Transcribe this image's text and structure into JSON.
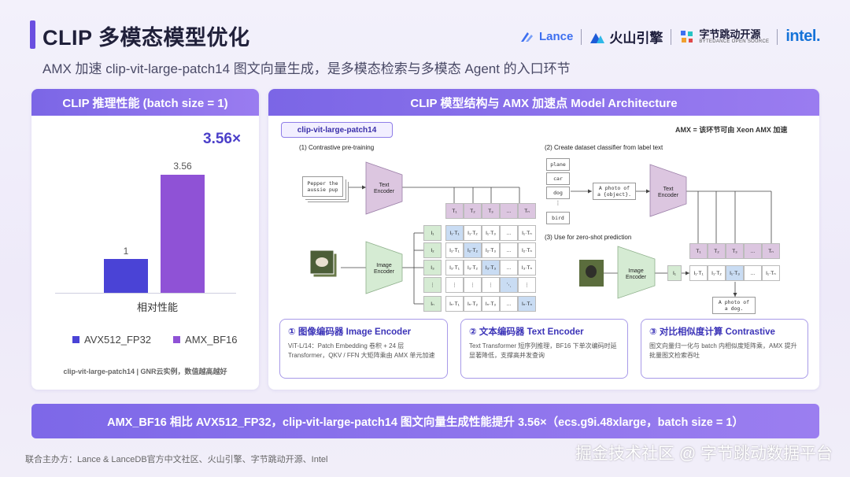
{
  "header": {
    "title": "CLIP 多模态模型优化",
    "subtitle": "AMX 加速 clip-vit-large-patch14 图文向量生成，是多模态检索与多模态 Agent 的入口环节",
    "logos": {
      "lance": "Lance",
      "volcano": "火山引擎",
      "bytedance": "字节跳动开源",
      "bytedance_sub": "BYTEDANCE OPEN SOURCE",
      "intel": "intel."
    }
  },
  "left_panel": {
    "title": "CLIP 推理性能 (batch size = 1)",
    "speedup": "3.56×",
    "note": "clip-vit-large-patch14 | GNR云实例，数值越高越好"
  },
  "chart_data": {
    "type": "bar",
    "categories": [
      "相对性能"
    ],
    "series": [
      {
        "name": "AVX512_FP32",
        "values": [
          1
        ],
        "label": "1",
        "color": "#4a43d6"
      },
      {
        "name": "AMX_BF16",
        "values": [
          3.56
        ],
        "label": "3.56",
        "color": "#8f52d6"
      }
    ],
    "ylim": [
      0,
      3.56
    ]
  },
  "right_panel": {
    "title": "CLIP 模型结构与 AMX 加速点 Model Architecture",
    "model_badge": "clip-vit-large-patch14",
    "amx_note": "AMX = 该环节可由 Xeon AMX 加速",
    "diagram": {
      "step1": "(1) Contrastive pre-training",
      "step2": "(2) Create dataset classifier from label text",
      "step3": "(3) Use for zero-shot prediction",
      "text_encoder": "Text\nEncoder",
      "image_encoder": "Image\nEncoder",
      "pepper_text": "Pepper the\naussie pup",
      "labels": [
        "plane",
        "car",
        "dog",
        "bird"
      ],
      "label_ellipsis": "⋮",
      "template": "A photo of\na {object}.",
      "result": "A photo of\na dog.",
      "t_row": [
        "T₁",
        "T₂",
        "T₃",
        "...",
        "Tₙ"
      ],
      "i_col": [
        "I₁",
        "I₂",
        "I₃",
        "⋮",
        "Iₙ"
      ],
      "matrix": [
        [
          "I₁·T₁",
          "I₁·T₂",
          "I₁·T₃",
          "...",
          "I₁·Tₙ"
        ],
        [
          "I₂·T₁",
          "I₂·T₂",
          "I₂·T₃",
          "...",
          "I₂·Tₙ"
        ],
        [
          "I₃·T₁",
          "I₃·T₂",
          "I₃·T₃",
          "...",
          "I₃·Tₙ"
        ],
        [
          "⋮",
          "⋮",
          "⋮",
          "⋱",
          "⋮"
        ],
        [
          "Iₙ·T₁",
          "Iₙ·T₂",
          "Iₙ·T₃",
          "...",
          "Iₙ·Tₙ"
        ]
      ],
      "zs_i": "I₁",
      "zs_row": [
        "I₁·T₁",
        "I₁·T₂",
        "I₁·T₃",
        "...",
        "I₁·Tₙ"
      ]
    },
    "cards": [
      {
        "title": "① 图像编码器 Image Encoder",
        "body": "ViT-L/14：Patch Embedding 卷积 + 24 层 Transformer，QKV / FFN 大矩阵乘由 AMX 单元加速"
      },
      {
        "title": "② 文本编码器 Text Encoder",
        "body": "Text Transformer 短序列推理，BF16 下单次编码时延显著降低，支撑高并发查询"
      },
      {
        "title": "③ 对比相似度计算 Contrastive",
        "body": "图文向量归一化与 batch 内相似度矩阵乘，AMX 提升批量图文检索吞吐"
      }
    ]
  },
  "bottom_banner": "AMX_BF16 相比 AVX512_FP32，clip-vit-large-patch14 图文向量生成性能提升 3.56×（ecs.g9i.48xlarge，batch size = 1）",
  "footer": {
    "hosts": "联合主办方：Lance & LanceDB官方中文社区、火山引擎、字节跳动开源、Intel",
    "watermark": "掘金技术社区 @ 字节跳动数据平台"
  },
  "colors": {
    "accent": "#6a4ee0",
    "fp32": "#4a43d6",
    "bf16": "#8f52d6",
    "text_encoder": "#dcc6e0",
    "image_encoder": "#d5ebd3",
    "diag_highlight": "#c9dcf3"
  }
}
